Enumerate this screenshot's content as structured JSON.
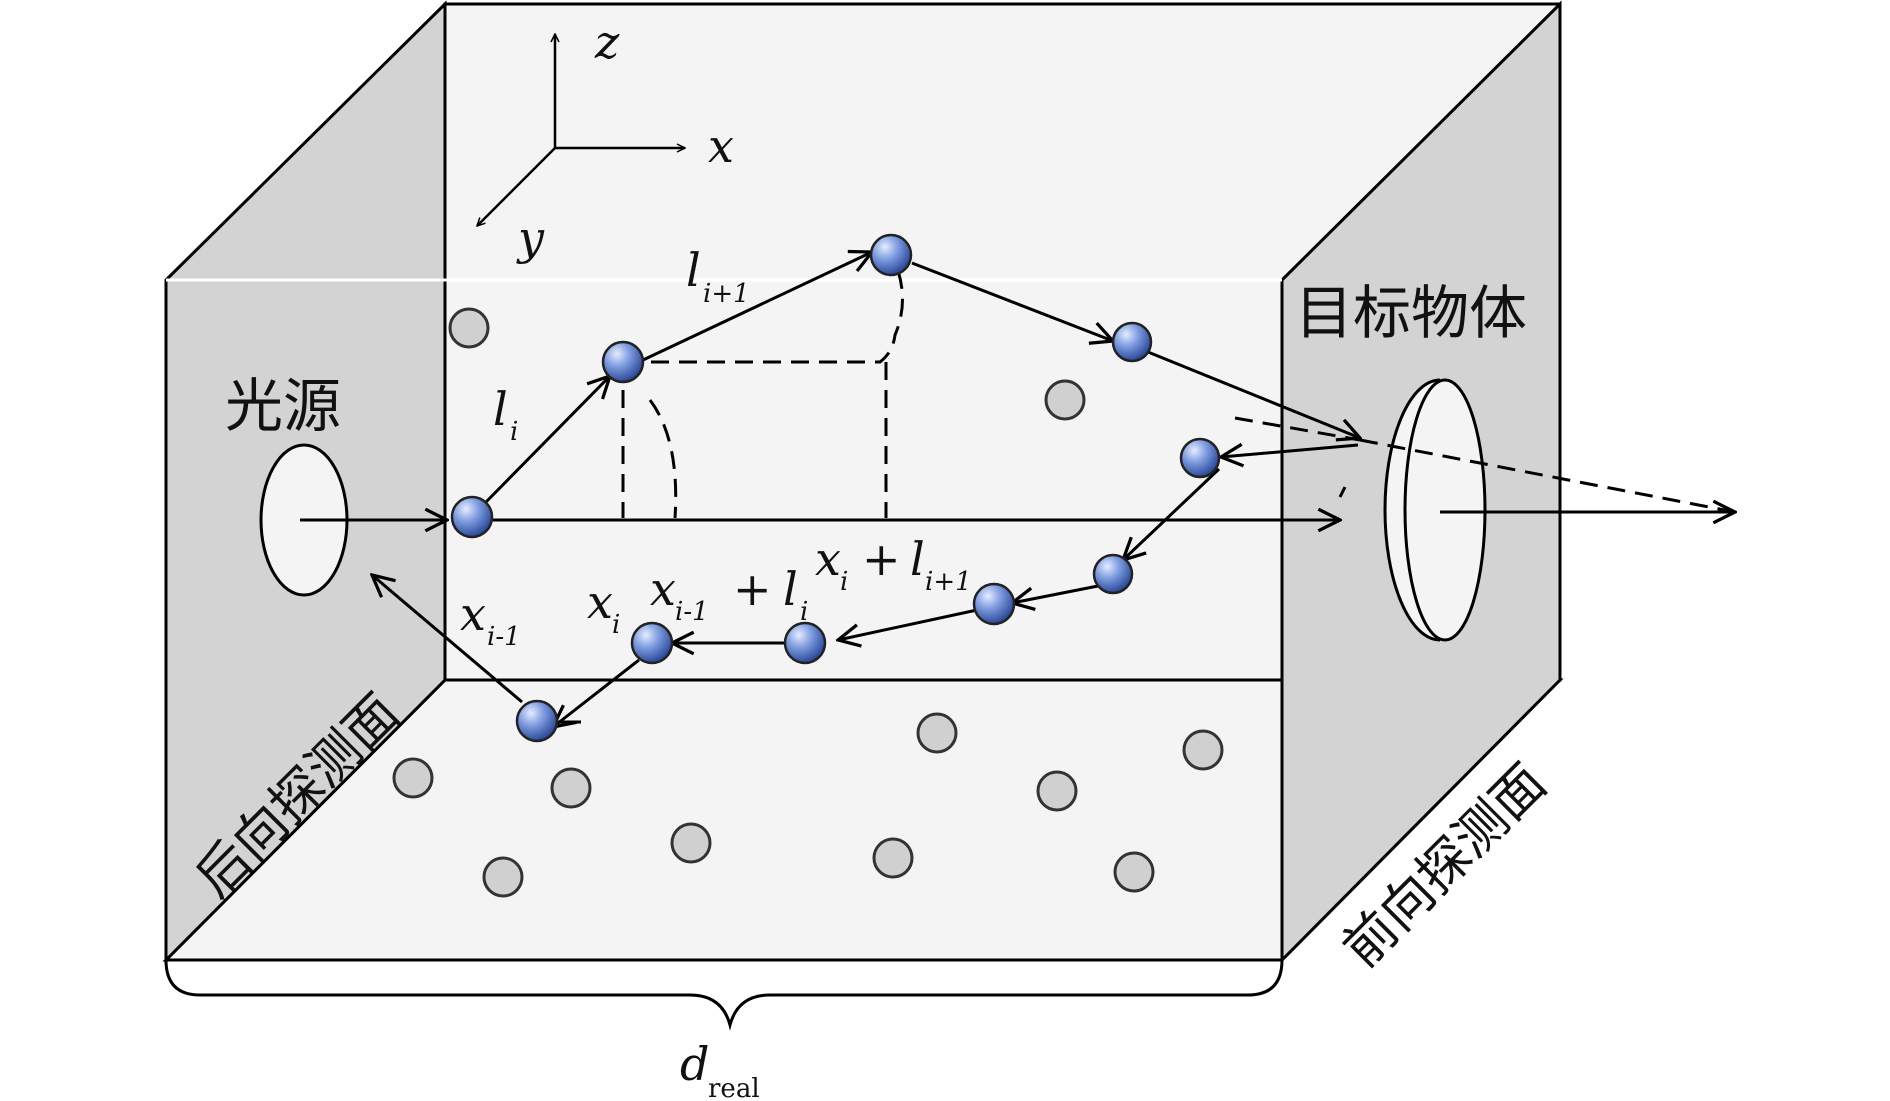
{
  "axes": {
    "x": "x",
    "y": "y",
    "z": "z"
  },
  "labels": {
    "source": "光源",
    "target": "目标物体",
    "back_detector": "后向探测面",
    "front_detector": "前向探测面",
    "l_i_main": "l",
    "l_i_sub": "i",
    "l_i1_main": "l",
    "l_i1_sub": "i+1",
    "xi_li1_a": "x",
    "xi_li1_a_sub": "i",
    "xi_li1_plus": "+",
    "xi_li1_b": "l",
    "xi_li1_b_sub": "i+1",
    "xi1_li_a": "x",
    "xi1_li_a_sub": "i-1",
    "xi1_li_plus": "+",
    "xi1_li_b": "l",
    "xi1_li_b_sub": "i",
    "xi_main": "x",
    "xi_sub": "i",
    "xim1_main": "x",
    "xim1_sub": "i-1",
    "d_main": "d",
    "d_sub": "real"
  },
  "colors": {
    "box_fill": "#f4f4f4",
    "side_panel": "#d3d3d3",
    "particle_gray": "#d0d0d0",
    "particle_blue": "#5b7fcf"
  }
}
